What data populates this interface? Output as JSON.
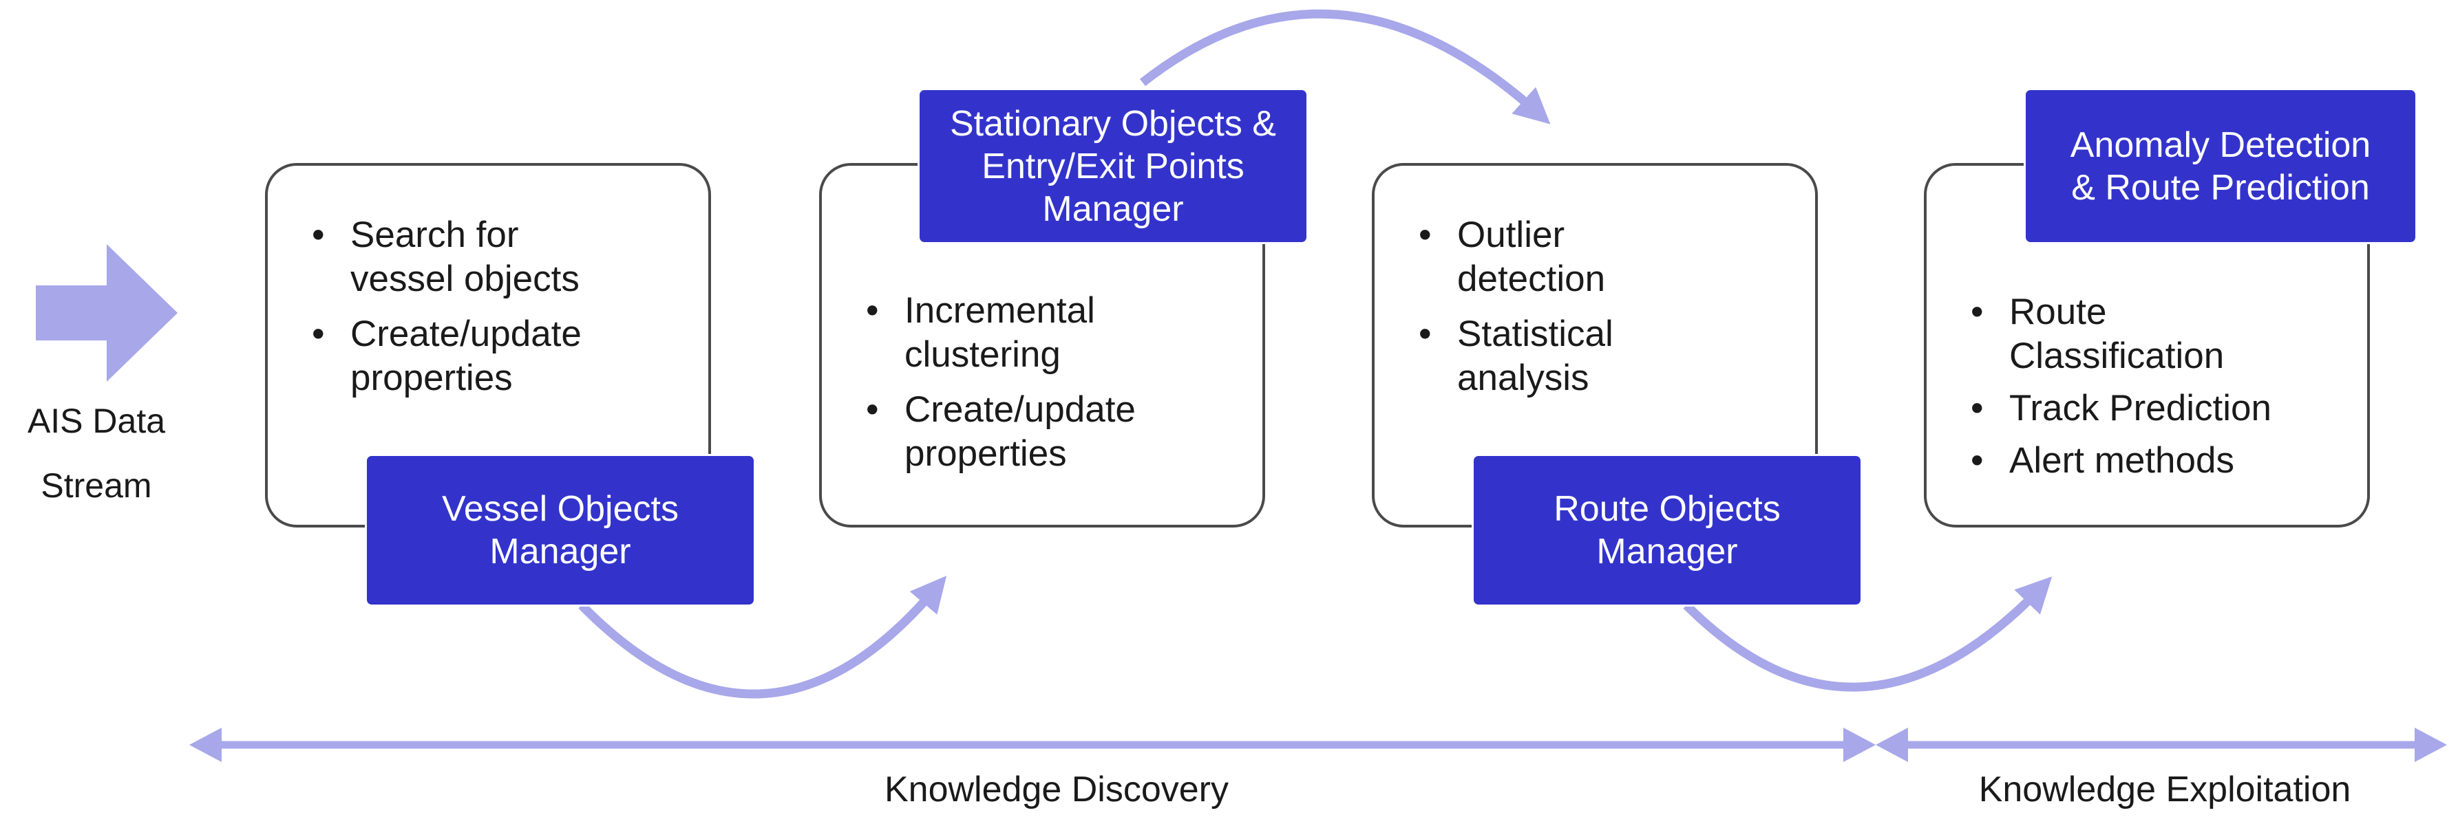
{
  "input": {
    "label": "AIS Data\nStream"
  },
  "stages": [
    {
      "tag": "Vessel Objects\nManager",
      "bullets": [
        "Search  for\nvessel objects",
        "Create/update\nproperties"
      ]
    },
    {
      "tag": "Stationary Objects &\nEntry/Exit Points\nManager",
      "bullets": [
        "Incremental\nclustering",
        "Create/update\nproperties"
      ]
    },
    {
      "tag": "Route Objects\nManager",
      "bullets": [
        "Outlier\ndetection",
        "Statistical\nanalysis"
      ]
    },
    {
      "tag": "Anomaly Detection\n& Route Prediction",
      "bullets": [
        "Route\nClassification",
        "Track Prediction",
        "Alert methods"
      ]
    }
  ],
  "phases": {
    "discovery": "Knowledge Discovery",
    "exploitation": "Knowledge Exploitation"
  },
  "colors": {
    "tag_fill": "#3333cc",
    "arrow": "#a7a7ea",
    "border": "#4a4a4a"
  }
}
